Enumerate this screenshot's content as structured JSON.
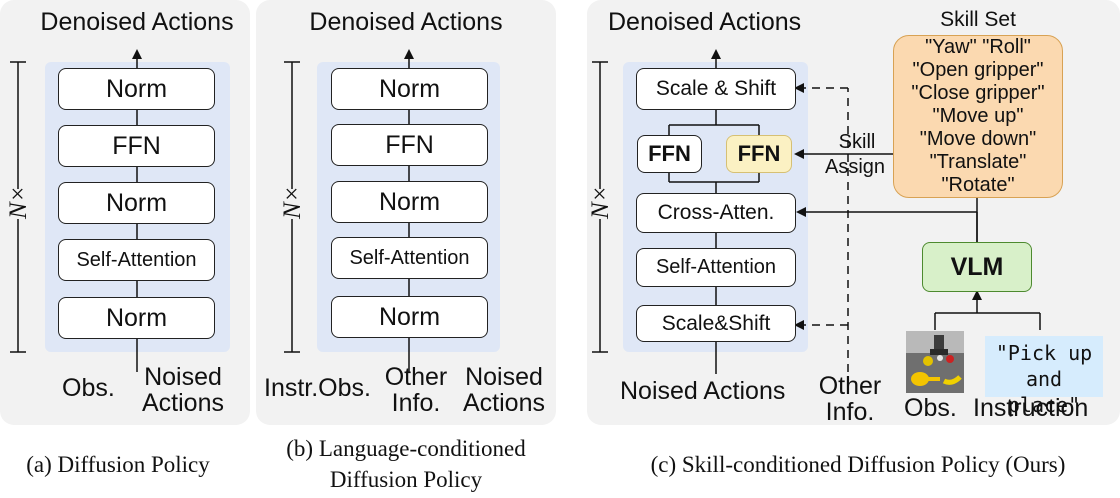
{
  "panel_a": {
    "output": "Denoised Actions",
    "repeat": "N×",
    "blocks": [
      "Norm",
      "FFN",
      "Norm",
      "Self-Attention",
      "Norm"
    ],
    "inputs": {
      "obs": "Obs.",
      "noised_line1": "Noised",
      "noised_line2": "Actions"
    },
    "caption": "(a) Diffusion Policy"
  },
  "panel_b": {
    "output": "Denoised Actions",
    "repeat": "N×",
    "blocks": [
      "Norm",
      "FFN",
      "Norm",
      "Self-Attention",
      "Norm"
    ],
    "inputs": {
      "instr_obs": "Instr.Obs.",
      "other_line1": "Other",
      "other_line2": "Info.",
      "noised_line1": "Noised",
      "noised_line2": "Actions"
    },
    "caption_line1": "(b) Language-conditioned",
    "caption_line2": "Diffusion Policy"
  },
  "panel_c": {
    "output": "Denoised Actions",
    "repeat": "N×",
    "blocks": {
      "scale_shift_top": "Scale & Shift",
      "ffn_left": "FFN",
      "ffn_right": "FFN",
      "cross_atten": "Cross-Atten.",
      "self_attention": "Self-Attention",
      "scale_shift_bottom": "Scale&Shift"
    },
    "skill_assign_line1": "Skill",
    "skill_assign_line2": "Assign",
    "skill_set_title": "Skill Set",
    "skills": [
      "\"Yaw\"  \"Roll\"",
      "\"Open gripper\"",
      "\"Close gripper\"",
      "\"Move up\"",
      "\"Move down\"",
      "\"Translate\"",
      "\"Rotate\""
    ],
    "vlm": "VLM",
    "instruction_line1": "\"Pick up",
    "instruction_line2": "and place\"",
    "inputs": {
      "noised": "Noised Actions",
      "other_line1": "Other",
      "other_line2": "Info.",
      "obs": "Obs.",
      "instruction": "Instruction"
    },
    "caption": "(c) Skill-conditioned Diffusion Policy (Ours)"
  },
  "colors": {
    "panel_bg": "#f2f2f2",
    "stack_bg": "#dfe7f6",
    "skill_ffn": "#fbf1c3",
    "skill_set": "#fbd9b0",
    "vlm": "#d8f0c9",
    "instruction_bg": "#d6ecfd"
  }
}
